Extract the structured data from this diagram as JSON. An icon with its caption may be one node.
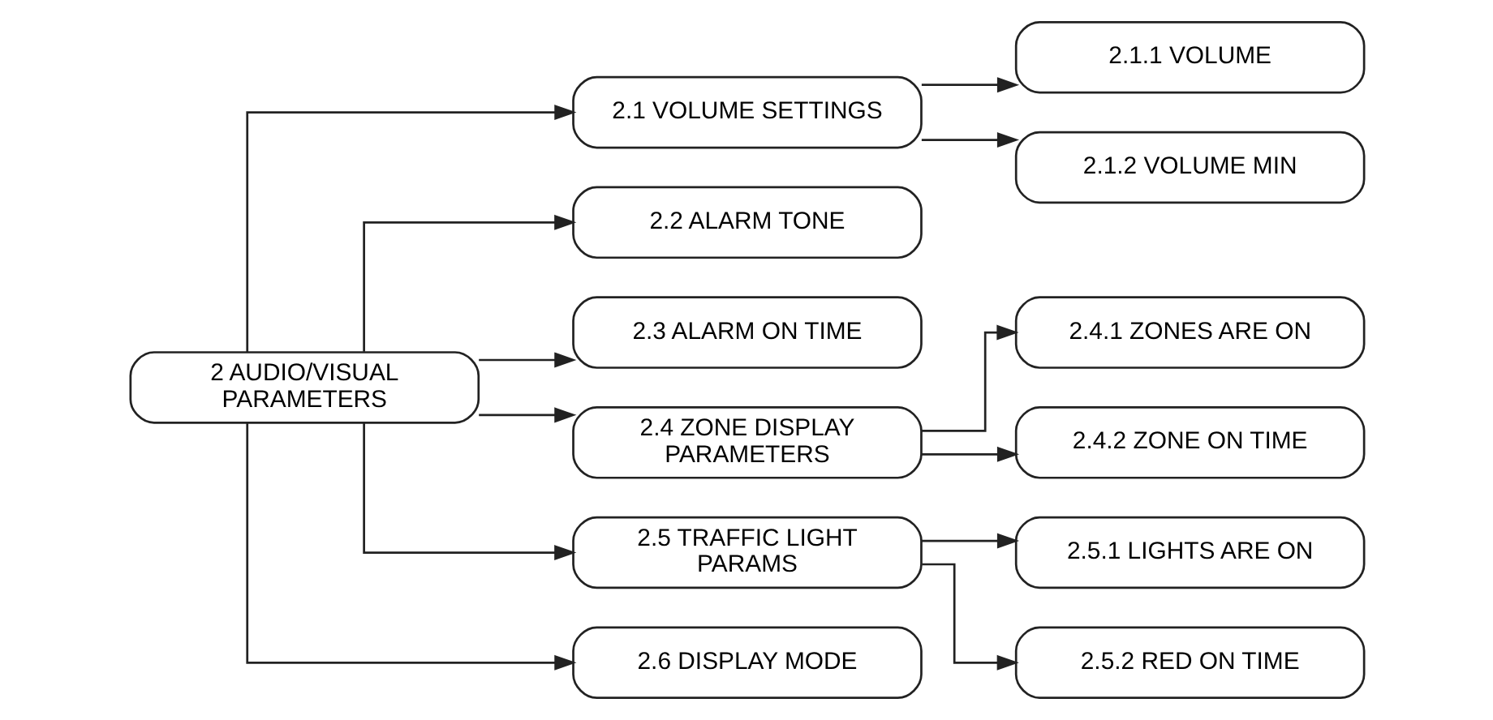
{
  "diagram": {
    "nodes": [
      {
        "text": [
          "2 AUDIO/VISUAL PARAMETERS"
        ]
      },
      {
        "text": [
          "2.1 VOLUME SETTINGS"
        ]
      },
      {
        "text": [
          "2.1.1 VOLUME"
        ]
      },
      {
        "text": [
          "2.1.2 VOLUME MIN"
        ]
      },
      {
        "text": [
          "2.2 ALARM TONE"
        ]
      },
      {
        "text": [
          "2.3 ALARM ON TIME"
        ]
      },
      {
        "text": [
          "2.4 ZONE DISPLAY PARAMETERS"
        ]
      },
      {
        "text": [
          "2.4.1 ZONES ARE ON"
        ]
      },
      {
        "text": [
          "2.4.2 ZONE ON TIME"
        ]
      },
      {
        "text": [
          "2.5 TRAFFIC LIGHT PARAMS"
        ]
      },
      {
        "text": [
          "2.5.1 LIGHTS ARE ON"
        ]
      },
      {
        "text": [
          "2.5.2 RED ON TIME"
        ]
      },
      {
        "text": [
          "2.6 DISPLAY MODE"
        ]
      }
    ],
    "edges": [
      {
        "from": 0,
        "to": 1,
        "arrow": "to"
      },
      {
        "from": 0,
        "to": 4,
        "arrow": "to"
      },
      {
        "from": 0,
        "to": 5,
        "arrow": "to"
      },
      {
        "from": 0,
        "to": 6,
        "arrow": "to"
      },
      {
        "from": 0,
        "to": 9,
        "arrow": "to"
      },
      {
        "from": 0,
        "to": 12,
        "arrow": "to"
      },
      {
        "from": 1,
        "to": 2,
        "arrow": "to"
      },
      {
        "from": 1,
        "to": 3,
        "arrow": "to"
      },
      {
        "from": 6,
        "to": 7,
        "arrow": "to"
      },
      {
        "from": 6,
        "to": 8,
        "arrow": "to"
      },
      {
        "from": 9,
        "to": 10,
        "arrow": "to"
      },
      {
        "from": 9,
        "to": 11,
        "arrow": "to"
      }
    ]
  }
}
